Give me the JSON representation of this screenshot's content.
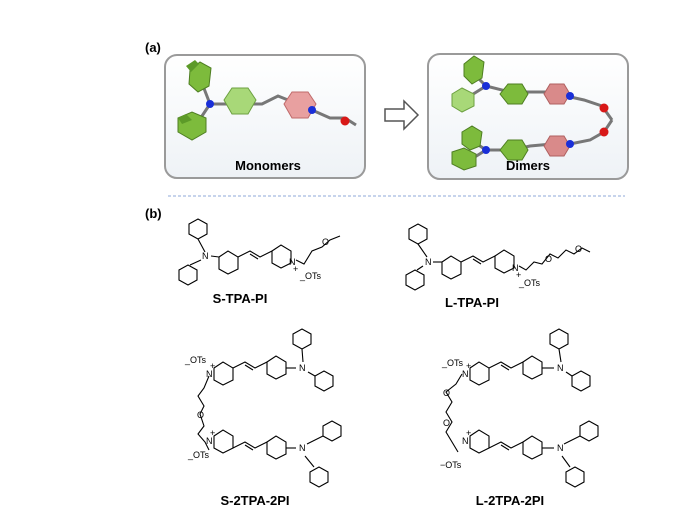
{
  "panel_a": {
    "label": "(a)",
    "monomers_label": "Monomers",
    "dimers_label": "Dimers"
  },
  "panel_b": {
    "label": "(b)",
    "structures": [
      {
        "name": "S-TPA-PI",
        "counterion": "OTs"
      },
      {
        "name": "L-TPA-PI",
        "counterion": "OTs"
      },
      {
        "name": "S-2TPA-2PI",
        "counterion": "OTs"
      },
      {
        "name": "L-2TPA-2PI",
        "counterion": "OTs"
      }
    ],
    "atoms": {
      "nitrogen": "N",
      "oxygen": "O",
      "plus": "+"
    }
  },
  "colors": {
    "benzene_green": "#7dbb3c",
    "benzene_light": "#a8d878",
    "pyridinium_pink": "#e8a0a0",
    "nitrogen_blue": "#1a2fd8",
    "oxygen_red": "#d81818",
    "frame": "#9a9a9a",
    "divider": "#8fa8d8"
  }
}
